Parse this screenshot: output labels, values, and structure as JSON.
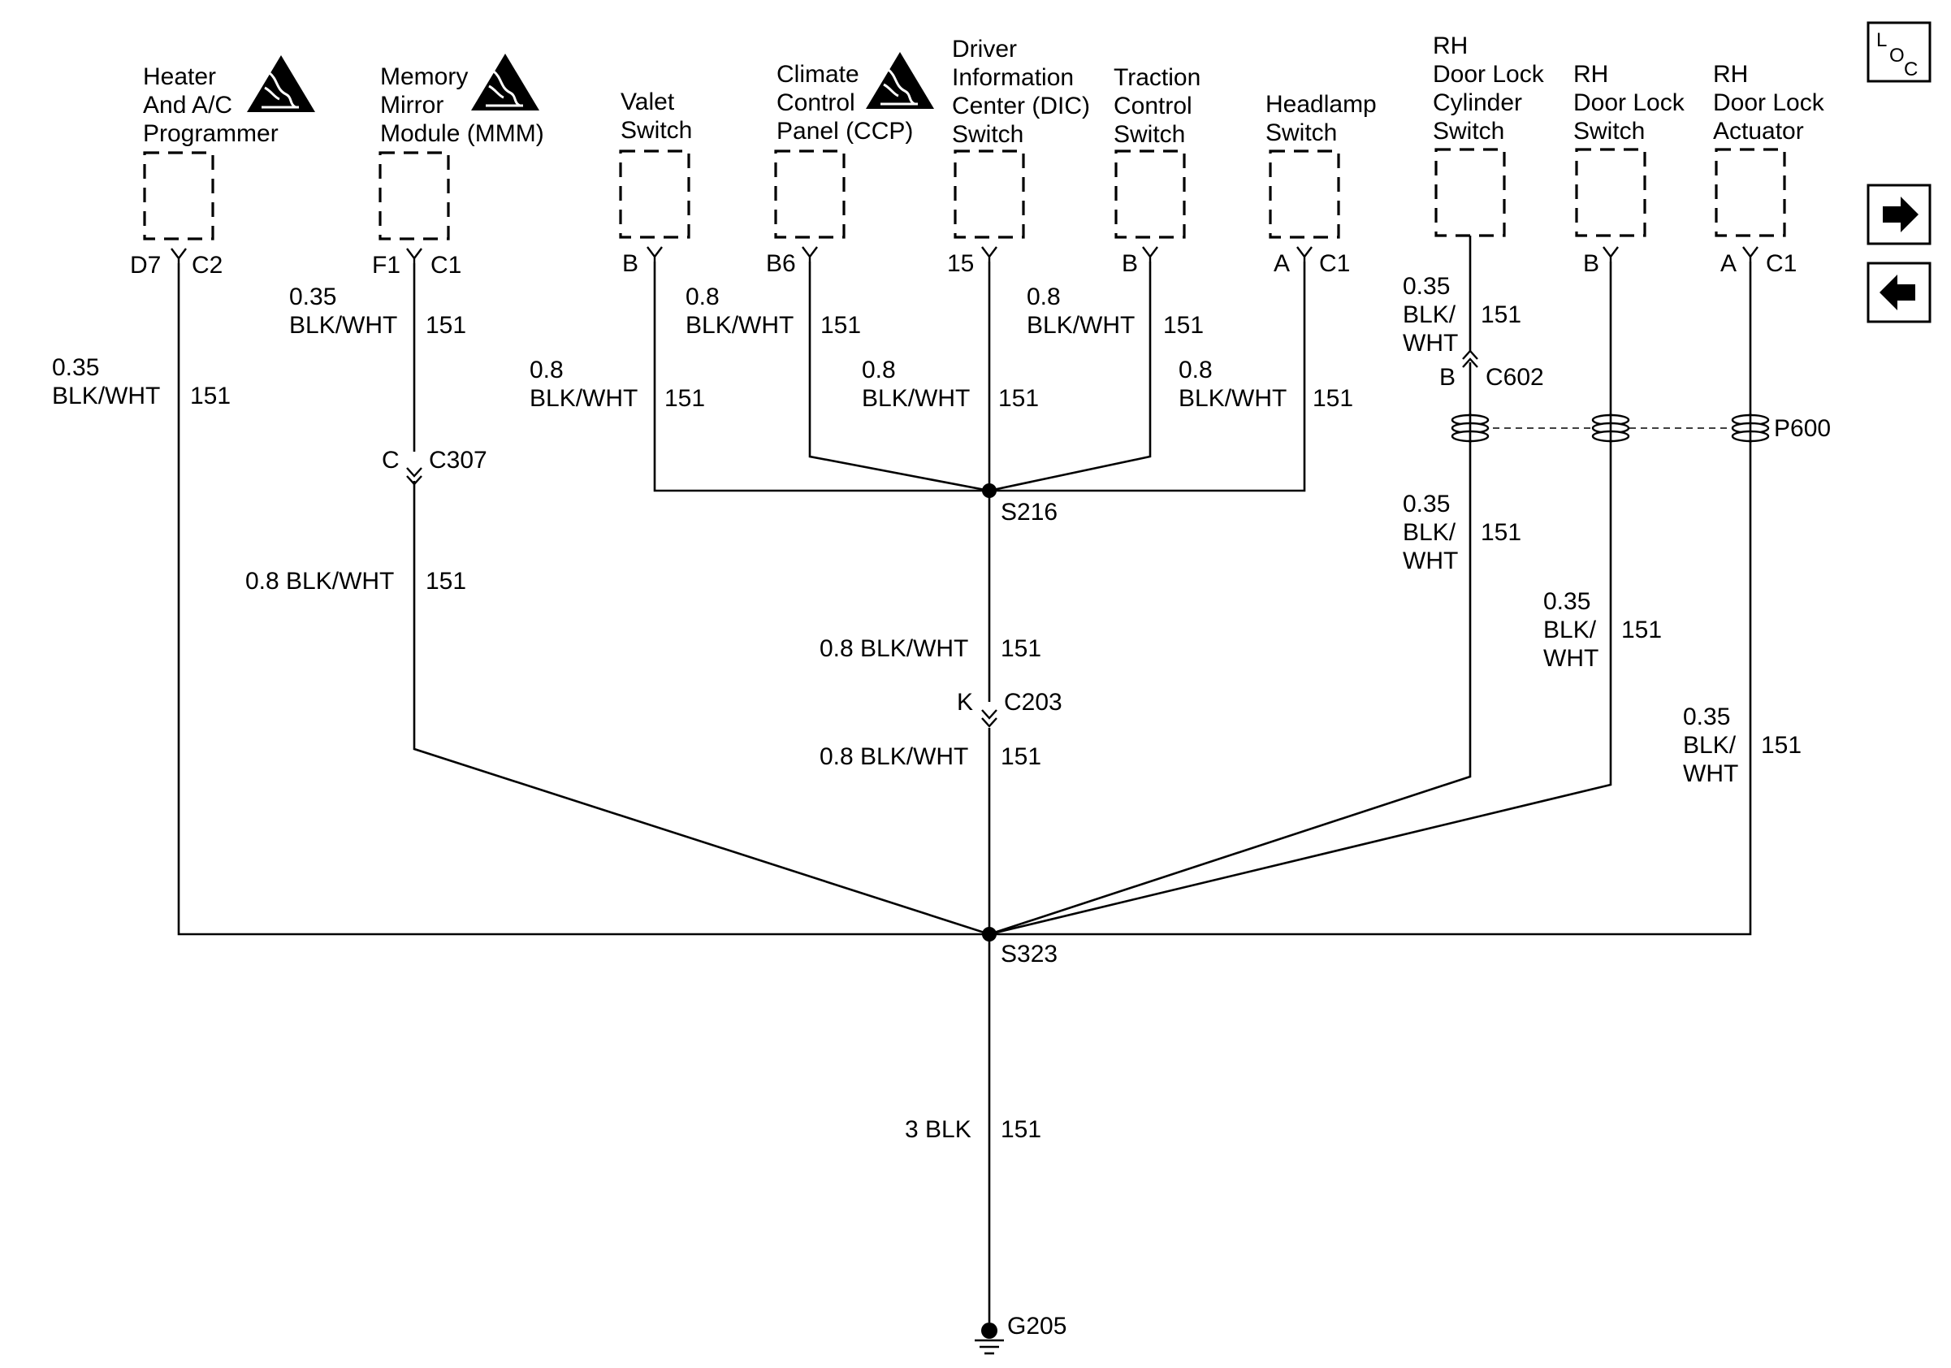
{
  "components": {
    "heater": {
      "lines": [
        "Heater",
        "And A/C",
        "Programmer"
      ],
      "pins": [
        "D7",
        "C2"
      ],
      "wire": [
        "0.35",
        "BLK/WHT",
        "151"
      ]
    },
    "mmm": {
      "lines": [
        "Memory",
        "Mirror",
        "Module (MMM)"
      ],
      "pins": [
        "F1",
        "C1"
      ],
      "wire": [
        "0.35",
        "BLK/WHT",
        "151"
      ]
    },
    "valet": {
      "lines": [
        "Valet",
        "Switch"
      ],
      "pins": [
        "B"
      ],
      "wire": [
        "0.8",
        "BLK/WHT",
        "151"
      ]
    },
    "ccp": {
      "lines": [
        "Climate",
        "Control",
        "Panel (CCP)"
      ],
      "pins": [
        "B6"
      ],
      "wire": [
        "0.8",
        "BLK/WHT",
        "151"
      ]
    },
    "dic": {
      "lines": [
        "Driver",
        "Information",
        "Center (DIC)",
        "Switch"
      ],
      "pins": [
        "15"
      ],
      "wire": [
        "0.8",
        "BLK/WHT",
        "151"
      ]
    },
    "traction": {
      "lines": [
        "Traction",
        "Control",
        "Switch"
      ],
      "pins": [
        "B"
      ],
      "wire": [
        "0.8",
        "BLK/WHT",
        "151"
      ]
    },
    "headlamp": {
      "lines": [
        "Headlamp",
        "Switch"
      ],
      "pins": [
        "A",
        "C1"
      ],
      "wire": [
        "0.8",
        "BLK/WHT",
        "151"
      ]
    },
    "cyl": {
      "lines": [
        "RH",
        "Door Lock",
        "Cylinder",
        "Switch"
      ],
      "wire": [
        "0.35",
        "BLK/",
        "WHT",
        "151"
      ]
    },
    "dlswitch": {
      "lines": [
        "RH",
        "Door Lock",
        "Switch"
      ],
      "pins": [
        "B"
      ]
    },
    "actuator": {
      "lines": [
        "RH",
        "Door Lock",
        "Actuator"
      ],
      "pins": [
        "A",
        "C1"
      ]
    }
  },
  "connectors": {
    "c307": {
      "pin": "C",
      "name": "C307"
    },
    "c203": {
      "pin": "K",
      "name": "C203"
    },
    "c602": {
      "pin": "B",
      "name": "C602"
    },
    "p600": {
      "name": "P600"
    }
  },
  "wires": {
    "mmm_lower": [
      "0.8 BLK/WHT",
      "151"
    ],
    "trunk_upper": [
      "0.8 BLK/WHT",
      "151"
    ],
    "trunk_lower": [
      "0.8 BLK/WHT",
      "151"
    ],
    "cyl_lower": [
      "0.35",
      "BLK/",
      "WHT",
      "151"
    ],
    "dlswitch_lower": [
      "0.35",
      "BLK/",
      "WHT",
      "151"
    ],
    "actuator_lower": [
      "0.35",
      "BLK/",
      "WHT",
      "151"
    ],
    "ground": [
      "3 BLK",
      "151"
    ]
  },
  "splices": {
    "s216": "S216",
    "s323": "S323"
  },
  "ground": {
    "name": "G205"
  },
  "nav": {
    "loc_letters": [
      "L",
      "O",
      "C"
    ],
    "next_icon": "arrow-right-icon",
    "prev_icon": "arrow-left-icon"
  }
}
